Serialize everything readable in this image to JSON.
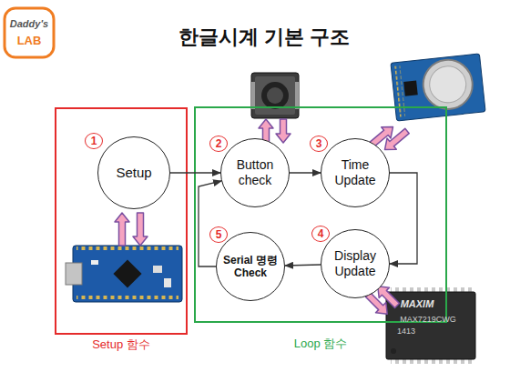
{
  "diagram": {
    "title": "한글시계 기본 구조",
    "nodes": [
      {
        "text": [
          "Setup 함수"
        ]
      },
      {
        "text": [
          "Loop 함수"
        ]
      },
      {
        "text": [
          "Setup"
        ],
        "in": 0
      },
      {
        "text": [
          "Button check"
        ],
        "in": 1
      },
      {
        "text": [
          "Time Update"
        ],
        "in": 1
      },
      {
        "text": [
          "Display Update"
        ],
        "in": 1
      },
      {
        "text": [
          "Serial 명령 Check"
        ],
        "in": 1
      }
    ],
    "edges": [
      {
        "from": 2,
        "to": 3,
        "arrow": "to"
      },
      {
        "from": 3,
        "to": 4,
        "arrow": "to"
      },
      {
        "from": 4,
        "to": 5,
        "arrow": "to"
      },
      {
        "from": 5,
        "to": 6,
        "arrow": "to"
      },
      {
        "from": 6,
        "to": 3,
        "arrow": "to"
      }
    ],
    "labels": [
      "Daddy's",
      "LAB",
      "1",
      "2",
      "3",
      "4",
      "5",
      "MAXIM",
      "MAX7219CWG",
      "1413"
    ]
  }
}
